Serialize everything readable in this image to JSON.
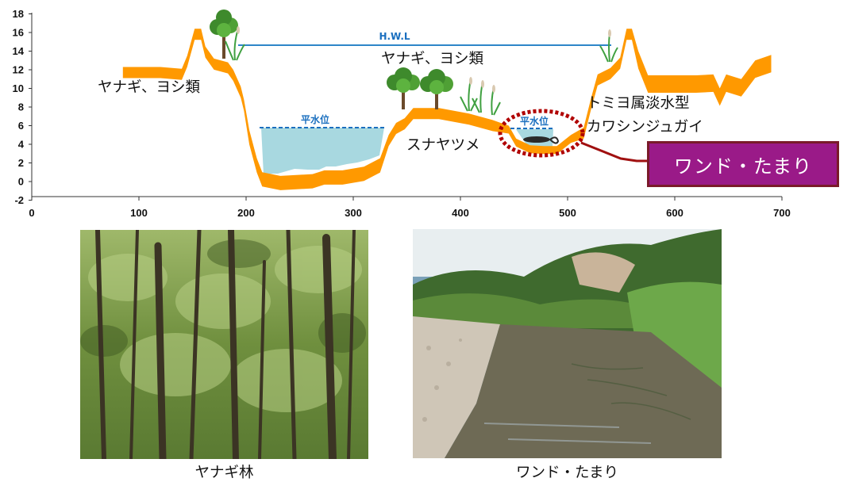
{
  "chart_data": {
    "type": "area",
    "xlabel": "",
    "ylabel": "",
    "xlim": [
      0,
      730
    ],
    "ylim": [
      -2,
      18
    ],
    "x_ticks": [
      "0",
      "100",
      "200",
      "300",
      "400",
      "500",
      "600",
      "700"
    ],
    "y_ticks": [
      "18",
      "16",
      "14",
      "12",
      "10",
      "8",
      "6",
      "4",
      "2",
      "0",
      "-2"
    ],
    "grid": false,
    "series": [
      {
        "values_xy": [
          [
            85,
            12.3
          ],
          [
            120,
            12.3
          ],
          [
            140,
            12.1
          ],
          [
            145,
            13.5
          ],
          [
            152,
            16.4
          ],
          [
            158,
            16.4
          ],
          [
            162,
            14.5
          ],
          [
            170,
            13.2
          ],
          [
            183,
            12.8
          ],
          [
            188,
            12.0
          ],
          [
            195,
            10.2
          ],
          [
            198,
            8.8
          ],
          [
            203,
            5.5
          ],
          [
            210,
            2.5
          ],
          [
            215,
            1.0
          ],
          [
            232,
            0.6
          ],
          [
            262,
            0.8
          ],
          [
            273,
            1.2
          ],
          [
            290,
            1.2
          ],
          [
            310,
            1.6
          ],
          [
            325,
            2.5
          ],
          [
            333,
            5.0
          ],
          [
            340,
            6.3
          ],
          [
            348,
            6.8
          ],
          [
            356,
            7.9
          ],
          [
            380,
            7.9
          ],
          [
            408,
            7.3
          ],
          [
            430,
            6.6
          ],
          [
            445,
            6.0
          ],
          [
            452,
            4.6
          ],
          [
            465,
            3.9
          ],
          [
            478,
            3.8
          ],
          [
            490,
            3.8
          ],
          [
            503,
            5.0
          ],
          [
            515,
            5.8
          ],
          [
            522,
            9.0
          ],
          [
            528,
            11.5
          ],
          [
            540,
            12.2
          ],
          [
            549,
            13.3
          ],
          [
            555,
            16.4
          ],
          [
            560,
            16.4
          ],
          [
            566,
            14.0
          ],
          [
            575,
            11.4
          ],
          [
            620,
            11.4
          ],
          [
            636,
            11.5
          ],
          [
            642,
            10.0
          ],
          [
            648,
            11.5
          ],
          [
            662,
            11.0
          ],
          [
            675,
            13.0
          ],
          [
            690,
            13.6
          ]
        ]
      }
    ],
    "annotations": [
      {
        "text": "H.W.L",
        "x": 365,
        "y": 14.7
      },
      {
        "text": "平水位",
        "x": 282,
        "y": 5.8
      },
      {
        "text": "平水位",
        "x": 486,
        "y": 5.7
      }
    ]
  },
  "colors": {
    "terrain": "#ff9900",
    "water": "#a8d8e0",
    "hwl_line": "#2e86c8",
    "water_level": "#1a6fbf",
    "highlight_ellipse": "#b00000",
    "label_box_fill": "#9a1a88",
    "label_box_border": "#7a1a2a"
  },
  "labels": {
    "hwl": "H.W.L",
    "normal_water_left": "平水位",
    "normal_water_right": "平水位",
    "yanagi_yoshi_left": "ヤナギ、ヨシ類",
    "yanagi_yoshi_top": "ヤナギ、ヨシ類",
    "sunayatsume": "スナヤツメ",
    "tomiyo_line1": "トミヨ属淡水型",
    "tomiyo_line2": "カワシンジュガイ",
    "wando_box": "ワンド・たまり"
  },
  "photos": [
    {
      "caption": "ヤナギ林"
    },
    {
      "caption": "ワンド・たまり"
    }
  ]
}
